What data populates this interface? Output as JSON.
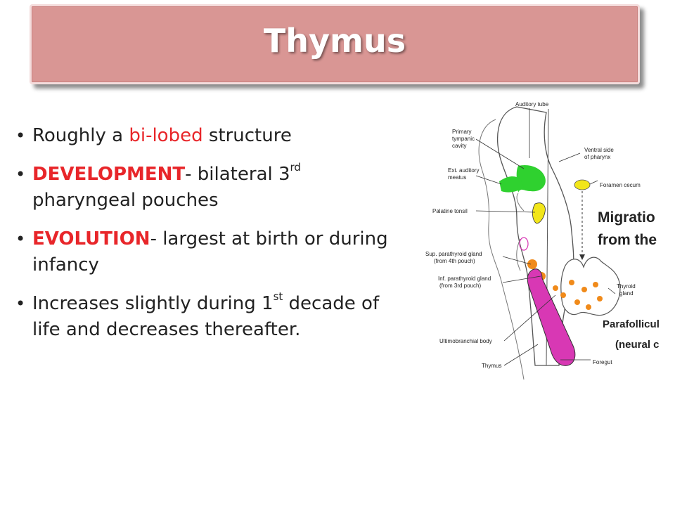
{
  "title": "Thymus",
  "bullets": {
    "b1": {
      "pre": "Roughly a ",
      "highlight": "bi-lobed",
      "post": " structure"
    },
    "b2": {
      "highlight": "DEVELOPMENT",
      "pre": "- bilateral 3",
      "sup": "rd",
      "post": " pharyngeal pouches"
    },
    "b3": {
      "highlight": "EVOLUTION",
      "post": "- largest at birth or during infancy"
    },
    "b4": {
      "pre": "Increases slightly during 1",
      "sup": "st",
      "post": " decade of life and decreases thereafter."
    }
  },
  "diagram": {
    "labels": {
      "auditory_tube": "Auditory tube",
      "primary_tympanic_1": "Primary",
      "primary_tympanic_2": "tympanic",
      "primary_tympanic_3": "cavity",
      "ext_auditory_1": "Ext. auditory",
      "ext_auditory_2": "meatus",
      "palatine_tonsil": "Palatine tonsil",
      "sup_parathyroid_1": "Sup. parathyroid gland",
      "sup_parathyroid_2": "(from 4th pouch)",
      "inf_parathyroid_1": "Inf. parathyroid gland",
      "inf_parathyroid_2": "(from 3rd pouch)",
      "ultimobranchial": "Ultimobranchial body",
      "thymus": "Thymus",
      "ventral_side_1": "Ventral side",
      "ventral_side_2": "of pharynx",
      "foramen_cecum": "Foramen cecum",
      "thyroid_1": "Thyroid",
      "thyroid_2": "gland",
      "foregut": "Foregut",
      "migration_1": "Migratio",
      "migration_2": "from the",
      "parafollicular_1": "Parafollicul",
      "parafollicular_2": "(neural c"
    },
    "colors": {
      "green": "#2fd12f",
      "yellow": "#f2e61a",
      "orange": "#f08a1a",
      "magenta": "#d838b4"
    }
  }
}
